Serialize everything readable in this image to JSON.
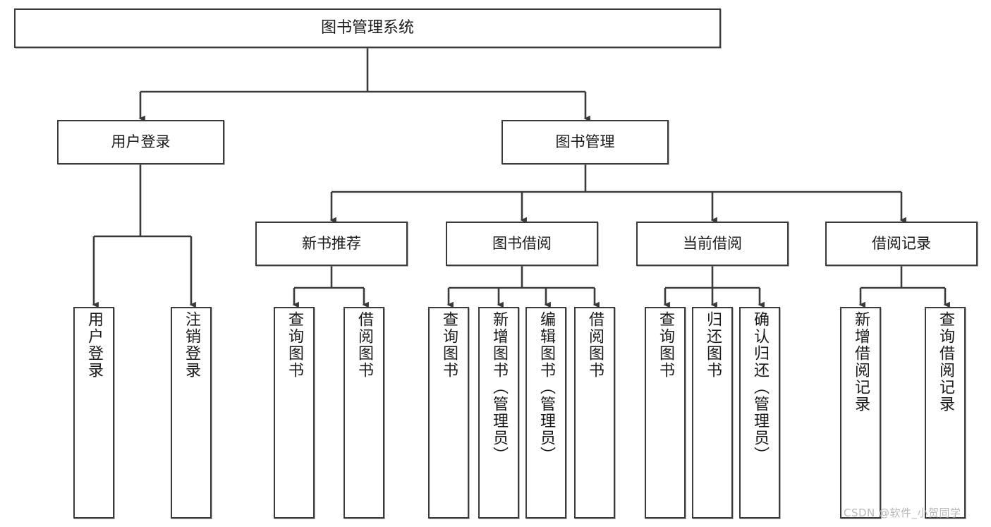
{
  "diagram": {
    "title": "图书管理系统",
    "watermark": "CSDN @软件_小贺同学",
    "stroke_color": "#3a3a3a",
    "background_color": "#ffffff",
    "text_color": "#1a1a1a",
    "watermark_color": "#b9b9b9"
  },
  "nodes": {
    "root": {
      "label": "图书管理系统"
    },
    "level1": [
      {
        "label": "用户登录"
      },
      {
        "label": "图书管理"
      }
    ],
    "level2": [
      {
        "label": "新书推荐"
      },
      {
        "label": "图书借阅"
      },
      {
        "label": "当前借阅"
      },
      {
        "label": "借阅记录"
      }
    ],
    "leaves_user_login": [
      {
        "label": "用户登录"
      },
      {
        "label": "注销登录"
      }
    ],
    "leaves_new_book": [
      {
        "label": "查询图书"
      },
      {
        "label": "借阅图书"
      }
    ],
    "leaves_borrow": [
      {
        "label": "查询图书"
      },
      {
        "label": "新增图书（管理员）"
      },
      {
        "label": "编辑图书（管理员）"
      },
      {
        "label": "借阅图书"
      }
    ],
    "leaves_current": [
      {
        "label": "查询图书"
      },
      {
        "label": "归还图书"
      },
      {
        "label": "确认归还（管理员）"
      }
    ],
    "leaves_records": [
      {
        "label": "新增借阅记录"
      },
      {
        "label": "查询借阅记录"
      }
    ]
  }
}
